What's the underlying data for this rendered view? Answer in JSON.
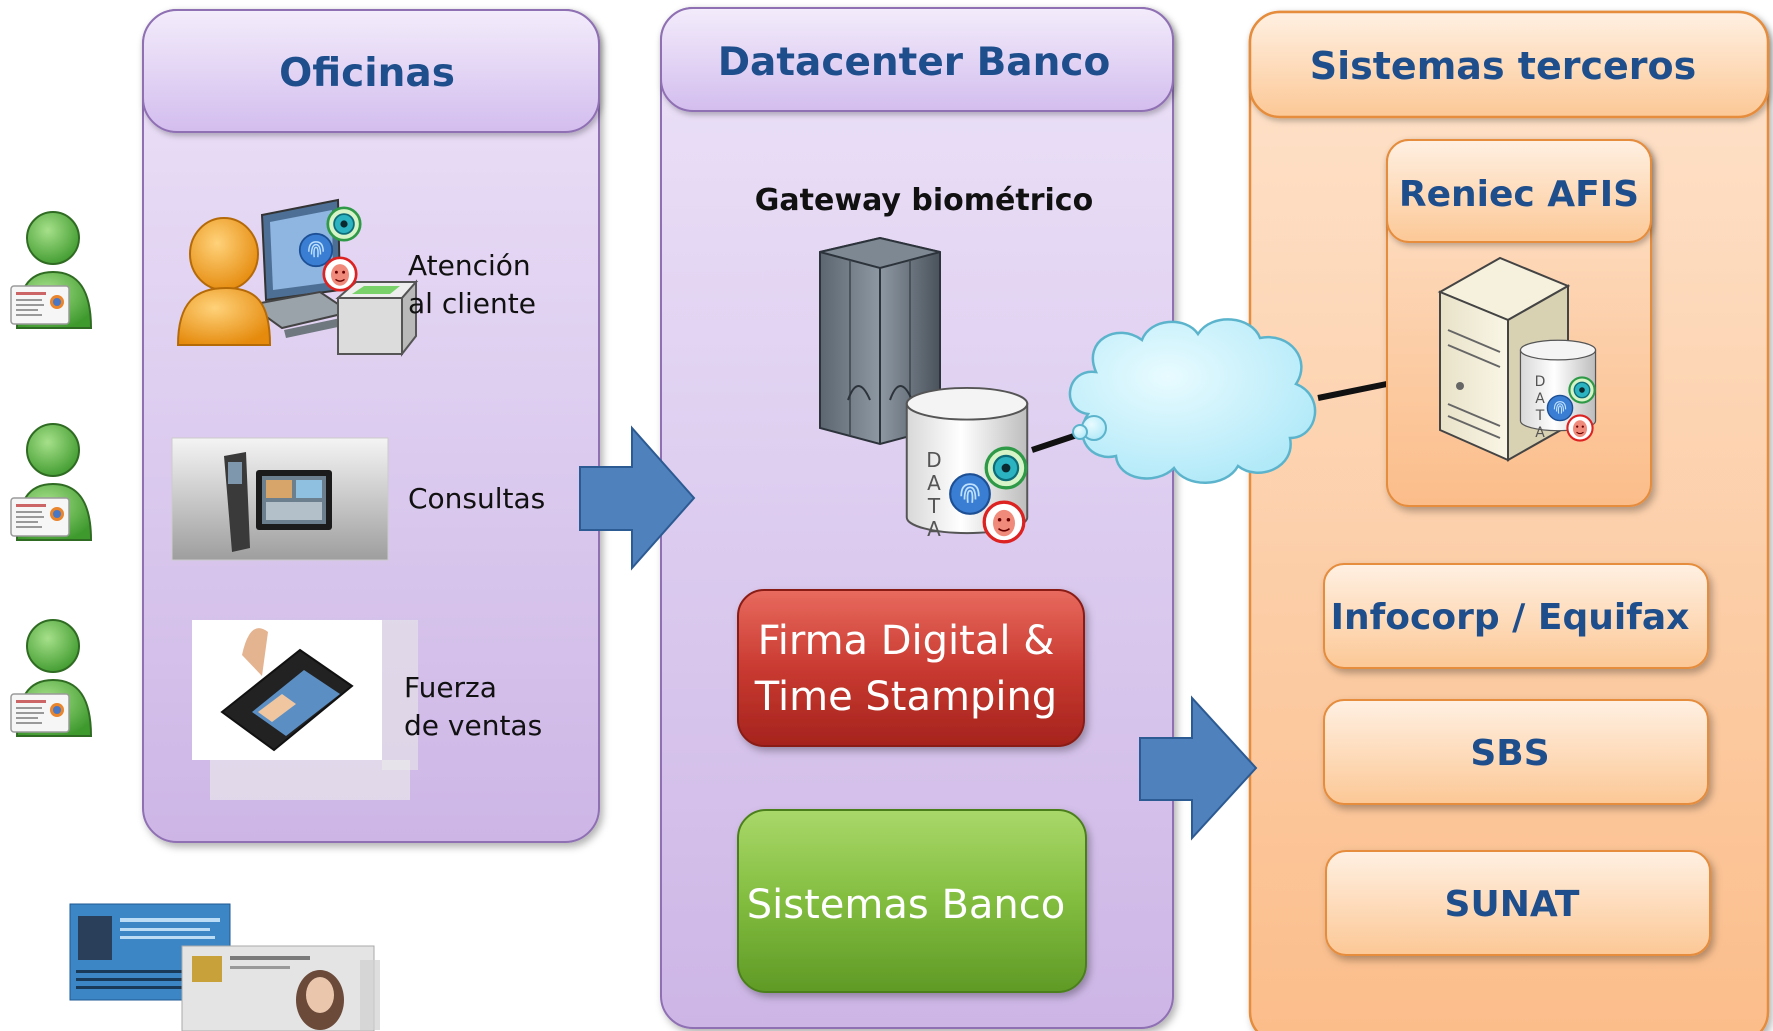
{
  "columns": {
    "oficinas": {
      "title": "Oficinas"
    },
    "datacenter": {
      "title": "Datacenter Banco"
    },
    "terceros": {
      "title": "Sistemas terceros"
    }
  },
  "oficinas": {
    "atencion_line1": "Atención",
    "atencion_line2": "al cliente",
    "consultas": "Consultas",
    "fuerza_line1": "Fuerza",
    "fuerza_line2": "de ventas"
  },
  "datacenter": {
    "gateway_label": "Gateway biométrico",
    "firma_line1": "Firma Digital &",
    "firma_line2": "Time Stamping",
    "sistemas_banco": "Sistemas Banco"
  },
  "terceros": {
    "reniec": "Reniec AFIS",
    "infocorp": "Infocorp / Equifax",
    "sbs": "SBS",
    "sunat": "SUNAT"
  },
  "db_letters": [
    "D",
    "A",
    "T",
    "A"
  ],
  "colors": {
    "title_blue": "#1f4e8c",
    "purple_panel": "#dccbef",
    "orange_panel": "#fdc9a0",
    "arrow_blue": "#4f81bd",
    "red_box": "#c0352e",
    "green_box": "#7db83a"
  },
  "icons": [
    "customer-with-id-card-icon",
    "agent-workstation-icon",
    "kiosk-tablet-icon",
    "fingerprint-tablet-icon",
    "server-rack-icon",
    "database-icon",
    "cloud-icon",
    "server-tower-icon",
    "id-documents-icon"
  ]
}
